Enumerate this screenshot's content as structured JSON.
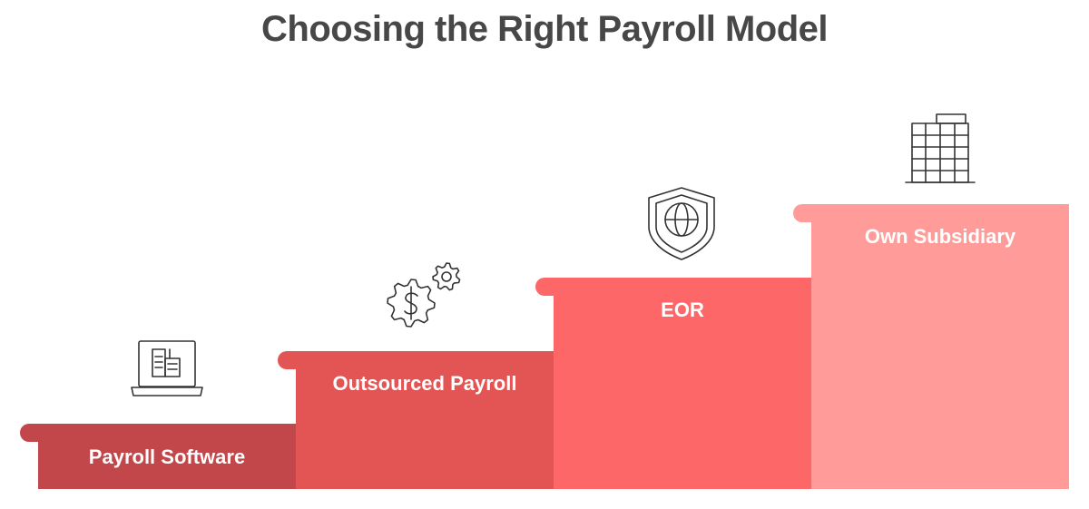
{
  "title": "Choosing the Right Payroll Model",
  "steps": [
    {
      "label": "Payroll Software",
      "icon": "laptop-document-icon",
      "color": "#c2474a"
    },
    {
      "label": "Outsourced Payroll",
      "icon": "dollar-gears-icon",
      "color": "#e35555"
    },
    {
      "label": "EOR",
      "icon": "shield-globe-icon",
      "color": "#fd6767"
    },
    {
      "label": "Own Subsidiary",
      "icon": "office-building-icon",
      "color": "#ff9c9a"
    }
  ]
}
